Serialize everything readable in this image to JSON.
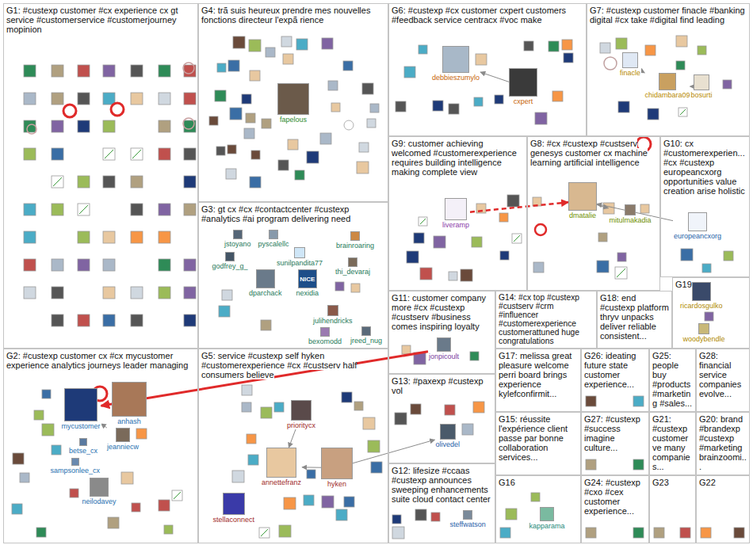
{
  "diagram": {
    "nodes": [
      {
        "text": [
          "G1: #custexp customer #cx experience cx gt service #customerservice #customerjourney mopinion"
        ]
      },
      {
        "text": [
          "G4: trã suis heureux prendre mes nouvelles fonctions directeur l'expã rience"
        ]
      },
      {
        "text": [
          "G6: #custexp #cx customer cxpert customers #feedback service centracx #voc make"
        ]
      },
      {
        "text": [
          "G7: #custexp customer finacle #banking digital #cx take #digital find leading"
        ]
      },
      {
        "text": [
          "G3: gt cx #cx #contactcenter #custexp #analytics #ai program delivering need"
        ]
      },
      {
        "text": [
          "G9: customer achieving welcomed #customerexperience requires building intelligence making complete view"
        ]
      },
      {
        "text": [
          "G8: #cx #custexp #custserv genesys customer cx machine learning artificial intelligence"
        ]
      },
      {
        "text": [
          "G10: cx #customerexperien... #cx #custexp europeancxorg opportunities value creation arise holistic"
        ]
      },
      {
        "text": [
          "G19"
        ]
      },
      {
        "text": [
          "G11: customer company more #cx #custexp #custserv #business comes inspiring loyalty"
        ]
      },
      {
        "text": [
          "G14: #cx top #custexp #custserv #crm #influencer #customerexperience customerattuned huge congratulations"
        ]
      },
      {
        "text": [
          "G18: end #custexp platform thryv unpacks deliver reliable consistent..."
        ]
      },
      {
        "text": [
          "G2: #custexp customer cx #cx mycustomer experience analytics journeys leader managing"
        ]
      },
      {
        "text": [
          "G5: service #custexp self hyken #customerexperience #cx #custserv half consumers believe"
        ]
      },
      {
        "text": [
          "G13: #paxexp #custexp vol"
        ]
      },
      {
        "text": [
          "G12: lifesize #ccaas #custexp announces sweeping enhancements suite cloud contact center"
        ]
      },
      {
        "text": [
          "G17: melissa great pleasure welcome perri board brings experience kylefconfirmit..."
        ]
      },
      {
        "text": [
          "G15: réussite l'expérience client passe par bonne collaboration services..."
        ]
      },
      {
        "text": [
          "G16"
        ]
      },
      {
        "text": [
          "G26: ideating future state customer experience..."
        ]
      },
      {
        "text": [
          "G25: people buy #products #marketing #sales..."
        ]
      },
      {
        "text": [
          "G28: financial service companies evolve..."
        ]
      },
      {
        "text": [
          "G27: #custexp #success imagine culture..."
        ]
      },
      {
        "text": [
          "G21: #custexp customer ve many companies..."
        ]
      },
      {
        "text": [
          "G20: brand #brandexp #custexp #marketing brainzoomi..."
        ]
      },
      {
        "text": [
          "G24: #custexp #cxo #cex customer experience..."
        ]
      },
      {
        "text": [
          "G23"
        ]
      },
      {
        "text": [
          "G22"
        ]
      },
      {
        "text": [
          "fapelous"
        ],
        "in": 1
      },
      {
        "text": [
          "debbieszumylo"
        ],
        "in": 2
      },
      {
        "text": [
          "cxpert"
        ],
        "in": 2
      },
      {
        "text": [
          "finacle"
        ],
        "in": 3
      },
      {
        "text": [
          "chidambara09"
        ],
        "in": 3
      },
      {
        "text": [
          "bosurti"
        ],
        "in": 3
      },
      {
        "text": [
          "jstoyano"
        ],
        "in": 4
      },
      {
        "text": [
          "pyscalellc"
        ],
        "in": 4
      },
      {
        "text": [
          "brainroaring"
        ],
        "in": 4
      },
      {
        "text": [
          "godfrey_g_"
        ],
        "in": 4
      },
      {
        "text": [
          "sunilpandita77"
        ],
        "in": 4
      },
      {
        "text": [
          "thi_devaraj"
        ],
        "in": 4
      },
      {
        "text": [
          "dparchack"
        ],
        "in": 4
      },
      {
        "text": [
          "nexidia"
        ],
        "in": 4
      },
      {
        "text": [
          "julihendricks"
        ],
        "in": 4
      },
      {
        "text": [
          "bexomodd"
        ],
        "in": 4
      },
      {
        "text": [
          "jreed_nug"
        ],
        "in": 4
      },
      {
        "text": [
          "liveramp"
        ],
        "in": 5
      },
      {
        "text": [
          "dmatalie"
        ],
        "in": 6
      },
      {
        "text": [
          "mitulmakadia"
        ],
        "in": 6
      },
      {
        "text": [
          "europeancxorg"
        ],
        "in": 7
      },
      {
        "text": [
          "ricardosgulko"
        ],
        "in": 8
      },
      {
        "text": [
          "woodybendle"
        ],
        "in": 8
      },
      {
        "text": [
          "jonpicoult"
        ],
        "in": 9
      },
      {
        "text": [
          "mycustomer"
        ],
        "in": 12
      },
      {
        "text": [
          "anhash"
        ],
        "in": 12
      },
      {
        "text": [
          "jeanniecw"
        ],
        "in": 12
      },
      {
        "text": [
          "betse_cx"
        ],
        "in": 12
      },
      {
        "text": [
          "sampsonlee_cx"
        ],
        "in": 12
      },
      {
        "text": [
          "neilodavey"
        ],
        "in": 12
      },
      {
        "text": [
          "prioritycx"
        ],
        "in": 13
      },
      {
        "text": [
          "annettefranz"
        ],
        "in": 13
      },
      {
        "text": [
          "hyken"
        ],
        "in": 13
      },
      {
        "text": [
          "stellaconnect"
        ],
        "in": 13
      },
      {
        "text": [
          "olivedel"
        ],
        "in": 14
      },
      {
        "text": [
          "steffwatson"
        ],
        "in": 15
      },
      {
        "text": [
          "kapparama"
        ],
        "in": 18
      }
    ],
    "edges": [
      {
        "from": 51,
        "to": 52,
        "arrow": "to"
      },
      {
        "from": 45,
        "to": 46,
        "arrow": "to"
      },
      {
        "from": 30,
        "to": 29,
        "arrow": "to"
      },
      {
        "from": 31,
        "to": 32,
        "arrow": "to"
      },
      {
        "from": 32,
        "to": 33,
        "arrow": "to"
      },
      {
        "from": 60,
        "to": 59,
        "arrow": "to"
      },
      {
        "from": 60,
        "to": 62,
        "arrow": "to"
      },
      {
        "from": 54,
        "to": 52,
        "arrow": "to"
      },
      {
        "from": 48,
        "to": 46,
        "arrow": "to"
      },
      {
        "from": 46,
        "to": 47,
        "arrow": "to"
      },
      {
        "from": 58,
        "to": 59,
        "arrow": "to"
      }
    ],
    "labels": [
      "NICE"
    ]
  }
}
